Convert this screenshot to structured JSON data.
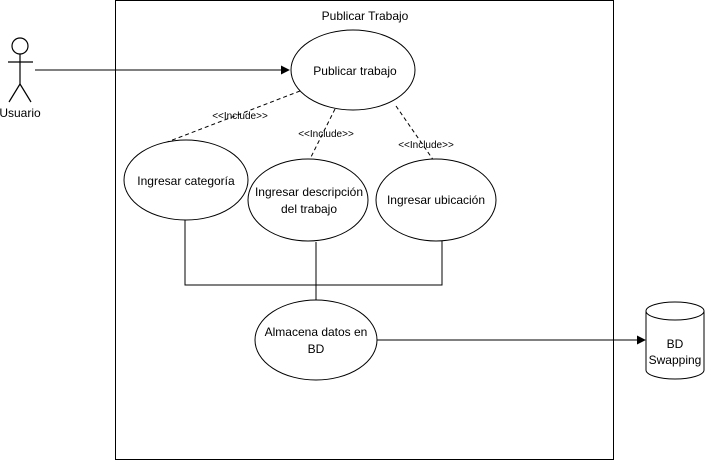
{
  "system": {
    "title": "Publicar Trabajo"
  },
  "actor": {
    "name": "Usuario"
  },
  "use_cases": {
    "main": "Publicar trabajo",
    "category": "Ingresar categoría",
    "description_line1": "Ingresar descripción",
    "description_line2": "del trabajo",
    "location": "Ingresar ubicación",
    "store_line1": "Almacena datos en",
    "store_line2": "BD"
  },
  "relations": {
    "include_left": "<<Include>>",
    "include_middle": "<<Include>>",
    "include_right": "<<Include>>"
  },
  "database": {
    "line1": "BD",
    "line2": "Swapping"
  },
  "colors": {
    "stroke": "#000000",
    "fill": "#ffffff",
    "text": "#000000"
  }
}
